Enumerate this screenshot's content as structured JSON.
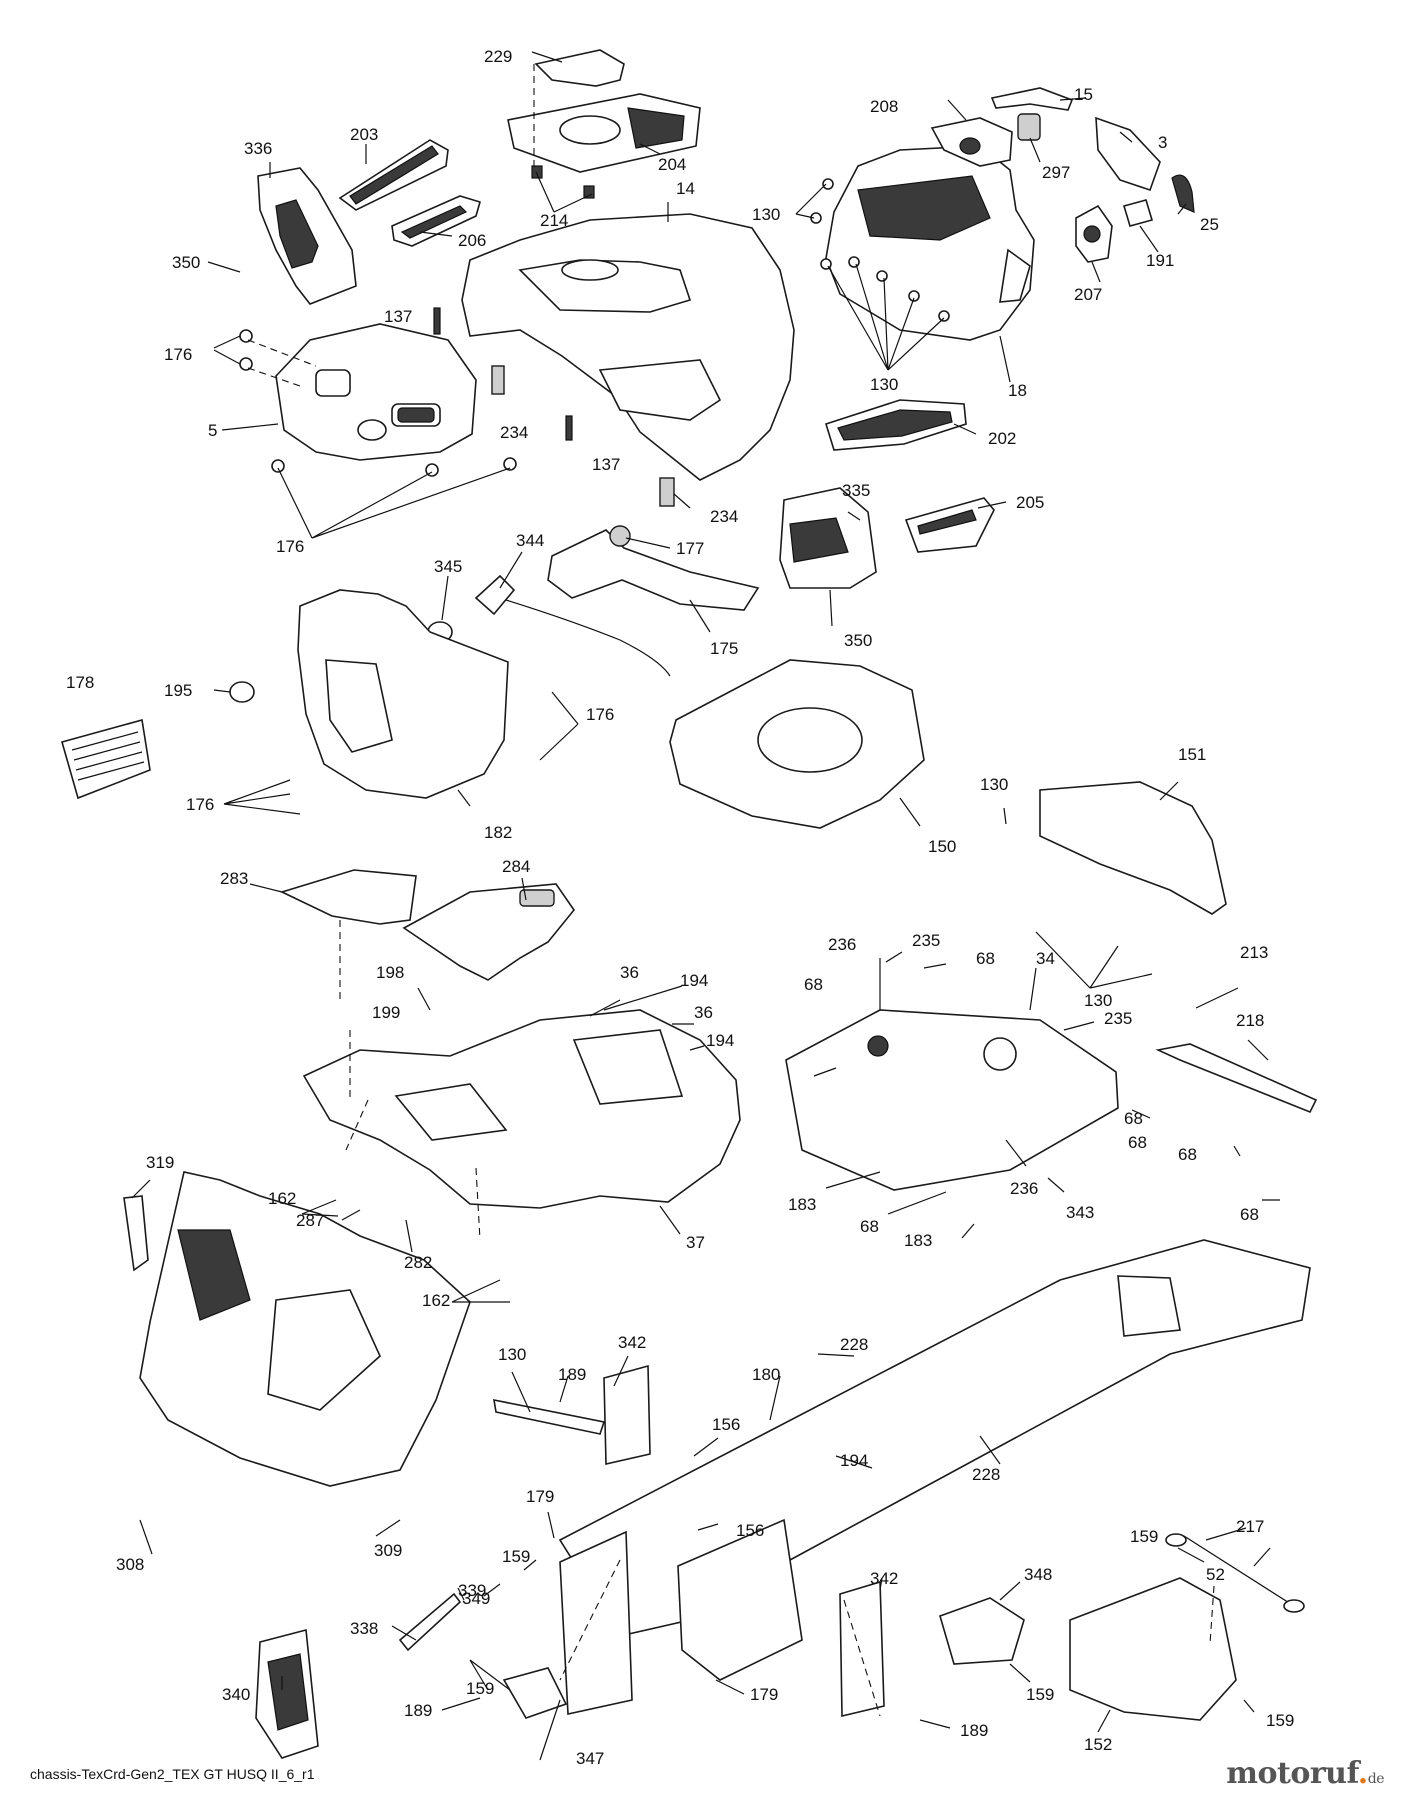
{
  "diagram": {
    "footer_text": "chassis-TexCrd-Gen2_TEX GT HUSQ II_6_r1",
    "brand": {
      "main": "motoruf",
      "dot": ".",
      "tld": "de"
    },
    "labels": {
      "l229": "229",
      "l204": "204",
      "l336": "336",
      "l203": "203",
      "l214": "214",
      "l14": "14",
      "l206": "206",
      "l350a": "350",
      "l137a": "137",
      "l176a": "176",
      "l5": "5",
      "l234a": "234",
      "l137b": "137",
      "l176b": "176",
      "l208": "208",
      "l15": "15",
      "l3": "3",
      "l297": "297",
      "l130a": "130",
      "l25": "25",
      "l191": "191",
      "l207": "207",
      "l130b": "130",
      "l18": "18",
      "l202": "202",
      "l234b": "234",
      "l335": "335",
      "l205": "205",
      "l177": "177",
      "l344": "344",
      "l345": "345",
      "l175": "175",
      "l350b": "350",
      "l178": "178",
      "l195": "195",
      "l176c": "176",
      "l176d": "176",
      "l182": "182",
      "l150": "150",
      "l130c": "130",
      "l151": "151",
      "l130d": "130",
      "l283": "283",
      "l284": "284",
      "l198": "198",
      "l36a": "36",
      "l194a": "194",
      "l199": "199",
      "l36b": "36",
      "l194b": "194",
      "l236a": "236",
      "l235a": "235",
      "l68a": "68",
      "l34": "34",
      "l68b": "68",
      "l235b": "235",
      "l213": "213",
      "l218": "218",
      "l68c": "68",
      "l68d": "68",
      "l236b": "236",
      "l68e": "68",
      "l343": "343",
      "l183a": "183",
      "l68f": "68",
      "l183b": "183",
      "l68g": "68",
      "l319": "319",
      "l162a": "162",
      "l287": "287",
      "l282": "282",
      "l37": "37",
      "l162b": "162",
      "l228a": "228",
      "l130e": "130",
      "l342a": "342",
      "l189a": "189",
      "l180": "180",
      "l156a": "156",
      "l194c": "194",
      "l217": "217",
      "l309": "309",
      "l349": "349",
      "l179a": "179",
      "l228b": "228",
      "l52": "52",
      "l308": "308",
      "l159a": "159",
      "l156b": "156",
      "l159b": "159",
      "l339": "339",
      "l342b": "342",
      "l348": "348",
      "l338": "338",
      "l159c": "159",
      "l340": "340",
      "l179b": "179",
      "l159d": "159",
      "l159e": "159",
      "l189b": "189",
      "l347": "347",
      "l189c": "189",
      "l152": "152"
    }
  }
}
